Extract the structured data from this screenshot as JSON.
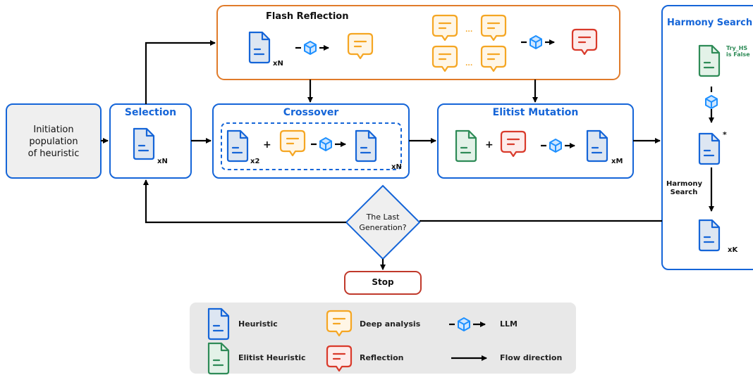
{
  "init_box": {
    "text": "Initiation\npopulation\nof heuristic"
  },
  "selection": {
    "title": "Selection",
    "multiplier": "xN"
  },
  "flash_reflection": {
    "title": "Flash Reflection",
    "multiplier": "xN",
    "ellipsis": "..."
  },
  "crossover": {
    "title": "Crossover",
    "plus": "+",
    "pair_multiplier": "x2",
    "multiplier": "xN"
  },
  "elitist_mutation": {
    "title": "Elitist Mutation",
    "plus": "+",
    "multiplier": "xM"
  },
  "harmony": {
    "title": "Harmony Search",
    "try_hs": "Try_HS\nis False",
    "star": "*",
    "step_label": "Harmony\nSearch",
    "multiplier": "xK"
  },
  "decision": {
    "text": "The Last\nGeneration?"
  },
  "stop": {
    "label": "Stop"
  },
  "legend": {
    "heuristic": "Heuristic",
    "deep_analysis": "Deep analysis",
    "llm": "LLM",
    "elitist_heuristic": "Elitist Heuristic",
    "reflection": "Reflection",
    "flow_direction": "Flow direction"
  },
  "colors": {
    "blue": "#1565d8",
    "orange": "#f5a623",
    "red": "#d93a2b",
    "green": "#2e8b57",
    "flash_border": "#e07b2a",
    "stop_border": "#c0392b",
    "llm_blue": "#1e90ff"
  }
}
